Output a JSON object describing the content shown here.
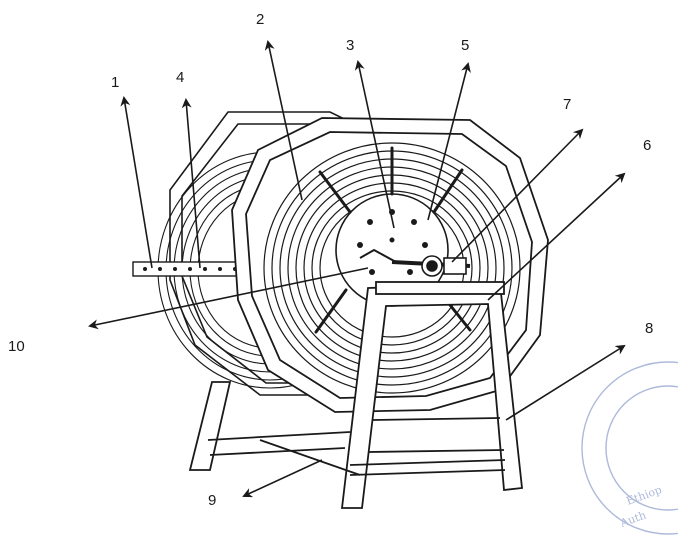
{
  "figure": {
    "callouts": [
      {
        "id": "1",
        "label": "1"
      },
      {
        "id": "2",
        "label": "2"
      },
      {
        "id": "3",
        "label": "3"
      },
      {
        "id": "4",
        "label": "4"
      },
      {
        "id": "5",
        "label": "5"
      },
      {
        "id": "6",
        "label": "6"
      },
      {
        "id": "7",
        "label": "7"
      },
      {
        "id": "8",
        "label": "8"
      },
      {
        "id": "9",
        "label": "9"
      },
      {
        "id": "10",
        "label": "10"
      }
    ],
    "stamp": {
      "lines": [
        "Ethiop",
        "Auth"
      ],
      "color": "#8a9cc9"
    },
    "colors": {
      "ink": "#1a1a1a",
      "paper": "#ffffff"
    }
  }
}
